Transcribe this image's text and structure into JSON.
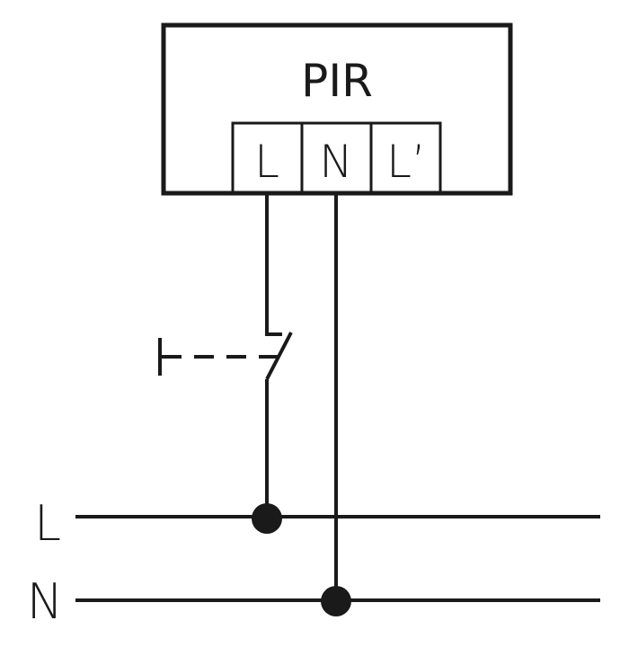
{
  "device": {
    "title": "PIR",
    "terminals": [
      "L",
      "N",
      "L’"
    ]
  },
  "lines": {
    "live_label": "L",
    "neutral_label": "N"
  },
  "colors": {
    "stroke": "#1a1a1a",
    "background": "#ffffff"
  }
}
